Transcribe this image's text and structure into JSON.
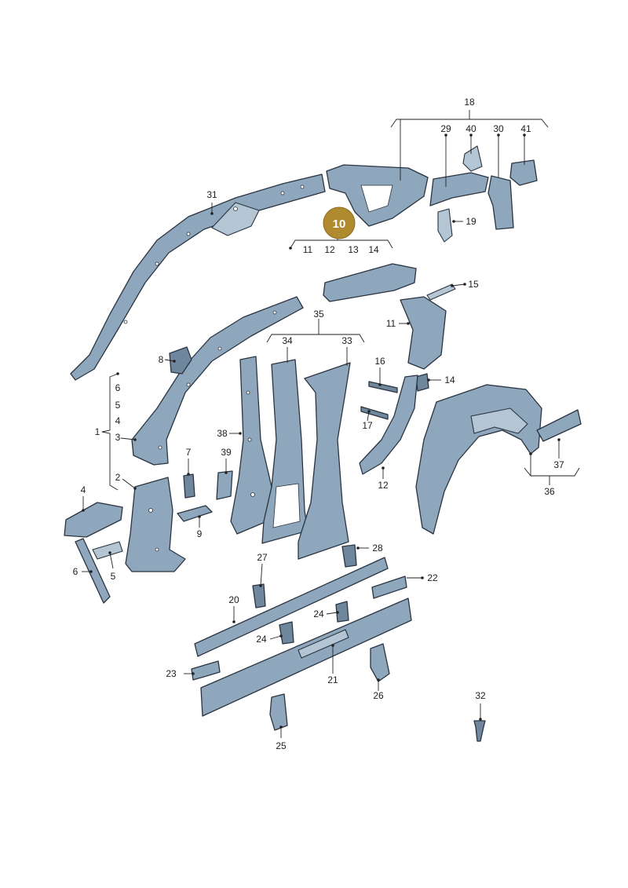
{
  "diagram": {
    "badge": "10",
    "labels": {
      "l1": "1",
      "l2": "2",
      "l3": "3",
      "l4": "4",
      "l5": "5",
      "l6": "6",
      "l7": "7",
      "l8": "8",
      "l9": "9",
      "l11": "11",
      "l12": "12",
      "l13": "13",
      "l14": "14",
      "l15": "15",
      "l16": "16",
      "l17": "17",
      "l18": "18",
      "l19": "19",
      "l20": "20",
      "l21": "21",
      "l22": "22",
      "l23": "23",
      "l24": "24",
      "l25": "25",
      "l26": "26",
      "l27": "27",
      "l28": "28",
      "l29": "29",
      "l30": "30",
      "l31": "31",
      "l32": "32",
      "l33": "33",
      "l34": "34",
      "l35": "35",
      "l36": "36",
      "l37": "37",
      "l38": "38",
      "l39": "39",
      "l40": "40",
      "l41": "41"
    }
  }
}
